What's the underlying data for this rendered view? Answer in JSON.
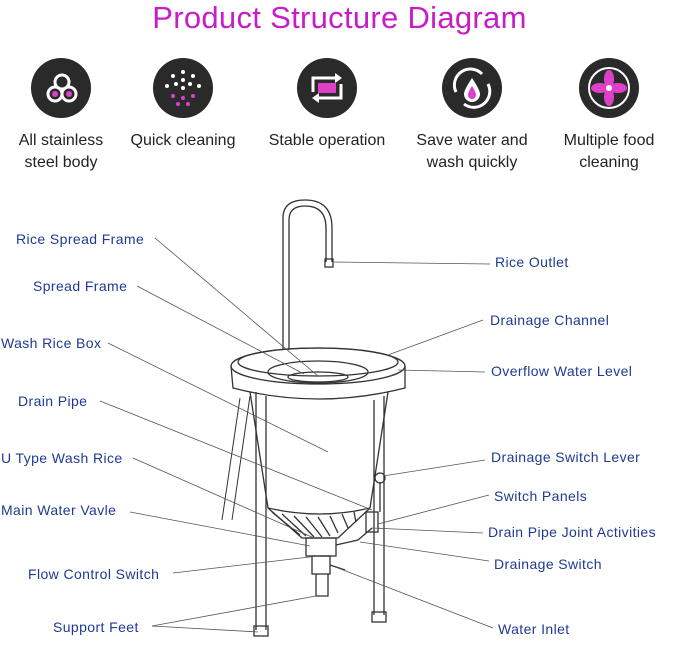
{
  "title": "Product Structure Diagram",
  "colors": {
    "title": "#c81cc8",
    "callout": "#1f3a93",
    "icon_bg": "#2a2a2a",
    "icon_accent": "#e040c8"
  },
  "features": [
    {
      "icon": "pipes-icon",
      "line1": "All stainless",
      "line2": "steel body"
    },
    {
      "icon": "spray-icon",
      "line1": "Quick cleaning",
      "line2": ""
    },
    {
      "icon": "cycle-arrows-icon",
      "line1": "Stable operation",
      "line2": ""
    },
    {
      "icon": "water-drop-icon",
      "line1": "Save water and",
      "line2": "wash quickly"
    },
    {
      "icon": "fan-icon",
      "line1": "Multiple food",
      "line2": "cleaning"
    }
  ],
  "callouts": {
    "left": [
      "Rice Spread Frame",
      "Spread Frame",
      "Wash Rice Box",
      "Drain Pipe",
      "U Type Wash Rice",
      "Main Water Vavle",
      "Flow Control Switch",
      "Support Feet"
    ],
    "right": [
      "Rice Outlet",
      "Drainage Channel",
      "Overflow Water Level",
      "Drainage Switch Lever",
      "Switch Panels",
      "Drain Pipe Joint Activities",
      "Drainage Switch",
      "Water Inlet"
    ]
  }
}
